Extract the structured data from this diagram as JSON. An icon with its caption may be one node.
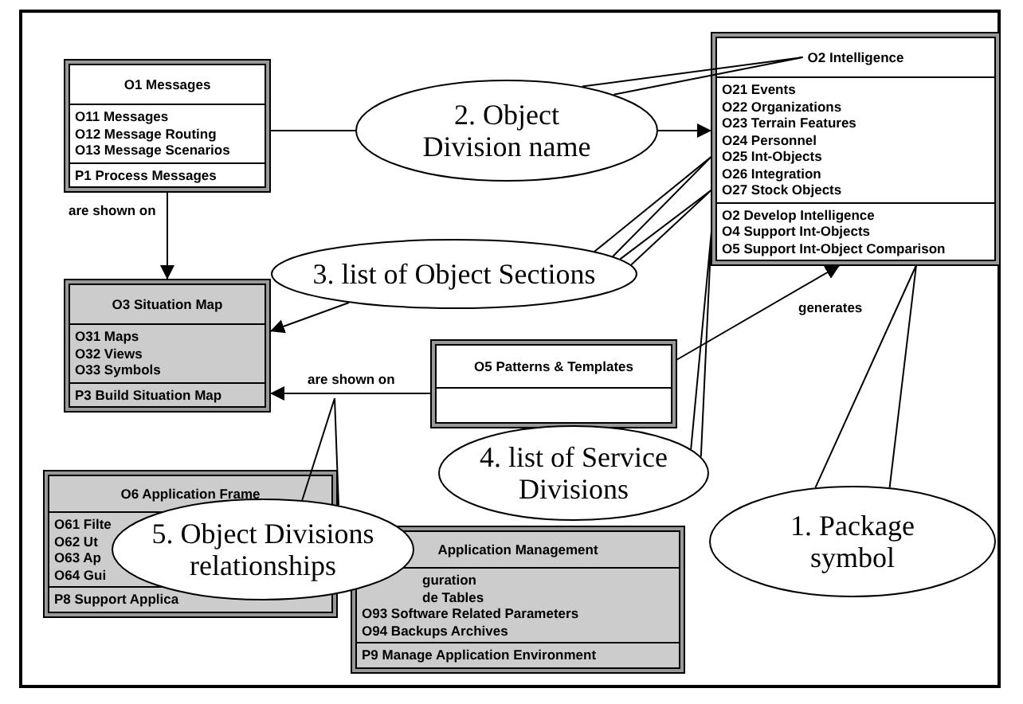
{
  "diagram": {
    "nodes": [
      {
        "text": [
          "O1 Messages",
          "O11 Messages",
          "O12 Message Routing",
          "O13 Message Scenarios",
          "P1 Process Messages"
        ]
      },
      {
        "text": [
          "O2 Intelligence",
          "O21 Events",
          "O22 Organizations",
          "O23 Terrain Features",
          "O24 Personnel",
          "O25 Int-Objects",
          "O26 Integration",
          "O27 Stock Objects",
          "O2 Develop Intelligence",
          "O4 Support Int-Objects",
          "O5 Support Int-Object Comparison"
        ]
      },
      {
        "text": [
          "2. Object Division name"
        ]
      },
      {
        "text": [
          "O3 Situation Map",
          "O31 Maps",
          "O32 Views",
          "O33 Symbols",
          "P3 Build Situation Map"
        ]
      },
      {
        "text": [
          "3. list of Object Sections"
        ]
      },
      {
        "text": [
          "O5 Patterns & Templates"
        ]
      },
      {
        "text": [
          "4. list of Service Divisions"
        ]
      },
      {
        "text": [
          "1. Package symbol"
        ]
      },
      {
        "text": [
          "O6 Application Frame",
          "O61 Filte",
          "O62 Ut",
          "O63 Ap",
          "O64 Gui",
          "P8 Support Applica"
        ]
      },
      {
        "text": [
          "5. Object Divisions relationships"
        ]
      },
      {
        "text": [
          "Application Management",
          "guration",
          "de Tables",
          "O93 Software Related Parameters",
          "O94 Backups Archives",
          "P9 Manage Application Environment"
        ]
      }
    ],
    "edges": [
      {
        "from": 0,
        "to": 3,
        "arrow": "to",
        "label": "are shown on"
      },
      {
        "from": 0,
        "to": 2,
        "arrow": "none"
      },
      {
        "from": 2,
        "to": 1,
        "arrow": "to"
      },
      {
        "from": 4,
        "to": 3,
        "arrow": "to"
      },
      {
        "from": 5,
        "to": 3,
        "arrow": "to",
        "label": "are shown on"
      },
      {
        "from": 5,
        "to": 1,
        "arrow": "to",
        "label": "generates"
      },
      {
        "from": 2,
        "to": 1,
        "arrow": "none"
      },
      {
        "from": 4,
        "to": 1,
        "arrow": "none"
      },
      {
        "from": 4,
        "to": 1,
        "arrow": "none"
      },
      {
        "from": 6,
        "to": 1,
        "arrow": "none"
      },
      {
        "from": 7,
        "to": 1,
        "arrow": "none"
      },
      {
        "from": 9,
        "to": null,
        "arrow": "none"
      }
    ]
  }
}
